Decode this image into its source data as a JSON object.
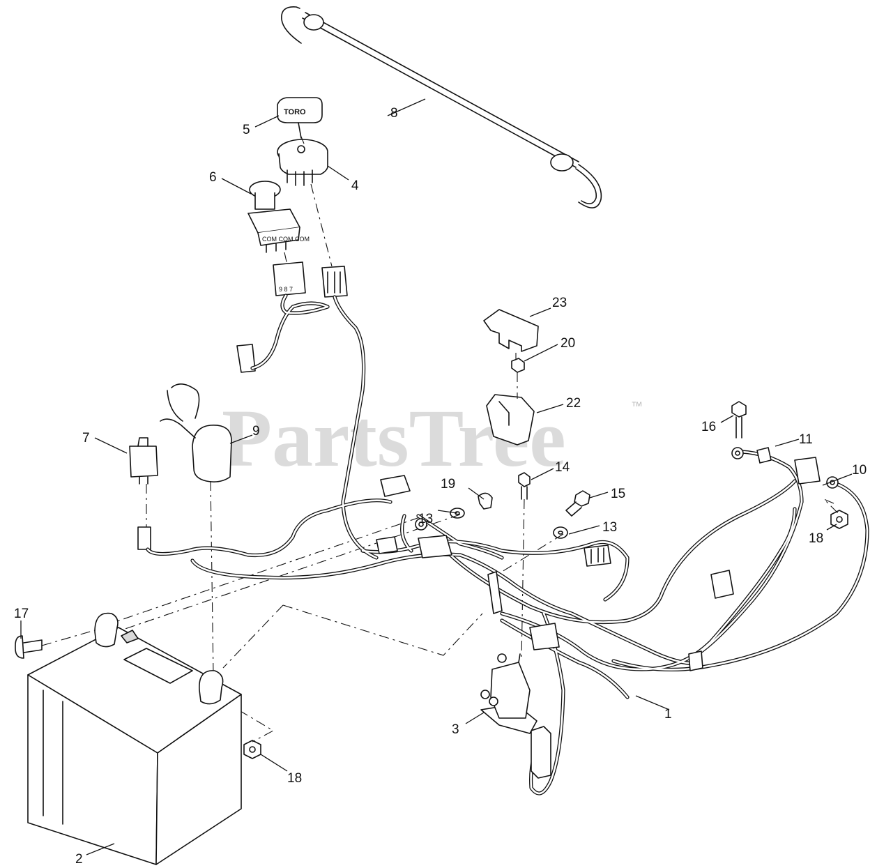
{
  "watermark": {
    "brand": "PartsTree",
    "trademark": "™"
  },
  "key_label": "TORO",
  "switch_pin_label": "COM COM COM",
  "connector_pins": "9 8 7",
  "callouts": [
    {
      "id": "c1",
      "label": "1"
    },
    {
      "id": "c2",
      "label": "2"
    },
    {
      "id": "c3",
      "label": "3"
    },
    {
      "id": "c4",
      "label": "4"
    },
    {
      "id": "c5",
      "label": "5"
    },
    {
      "id": "c6",
      "label": "6"
    },
    {
      "id": "c7",
      "label": "7"
    },
    {
      "id": "c8",
      "label": "8"
    },
    {
      "id": "c9",
      "label": "9"
    },
    {
      "id": "c10",
      "label": "10"
    },
    {
      "id": "c11",
      "label": "11"
    },
    {
      "id": "c13a",
      "label": "13"
    },
    {
      "id": "c13b",
      "label": "13"
    },
    {
      "id": "c14",
      "label": "14"
    },
    {
      "id": "c15",
      "label": "15"
    },
    {
      "id": "c16",
      "label": "16"
    },
    {
      "id": "c17",
      "label": "17"
    },
    {
      "id": "c18a",
      "label": "18"
    },
    {
      "id": "c18b",
      "label": "18"
    },
    {
      "id": "c19",
      "label": "19"
    },
    {
      "id": "c20",
      "label": "20"
    },
    {
      "id": "c22",
      "label": "22"
    },
    {
      "id": "c23",
      "label": "23"
    }
  ]
}
